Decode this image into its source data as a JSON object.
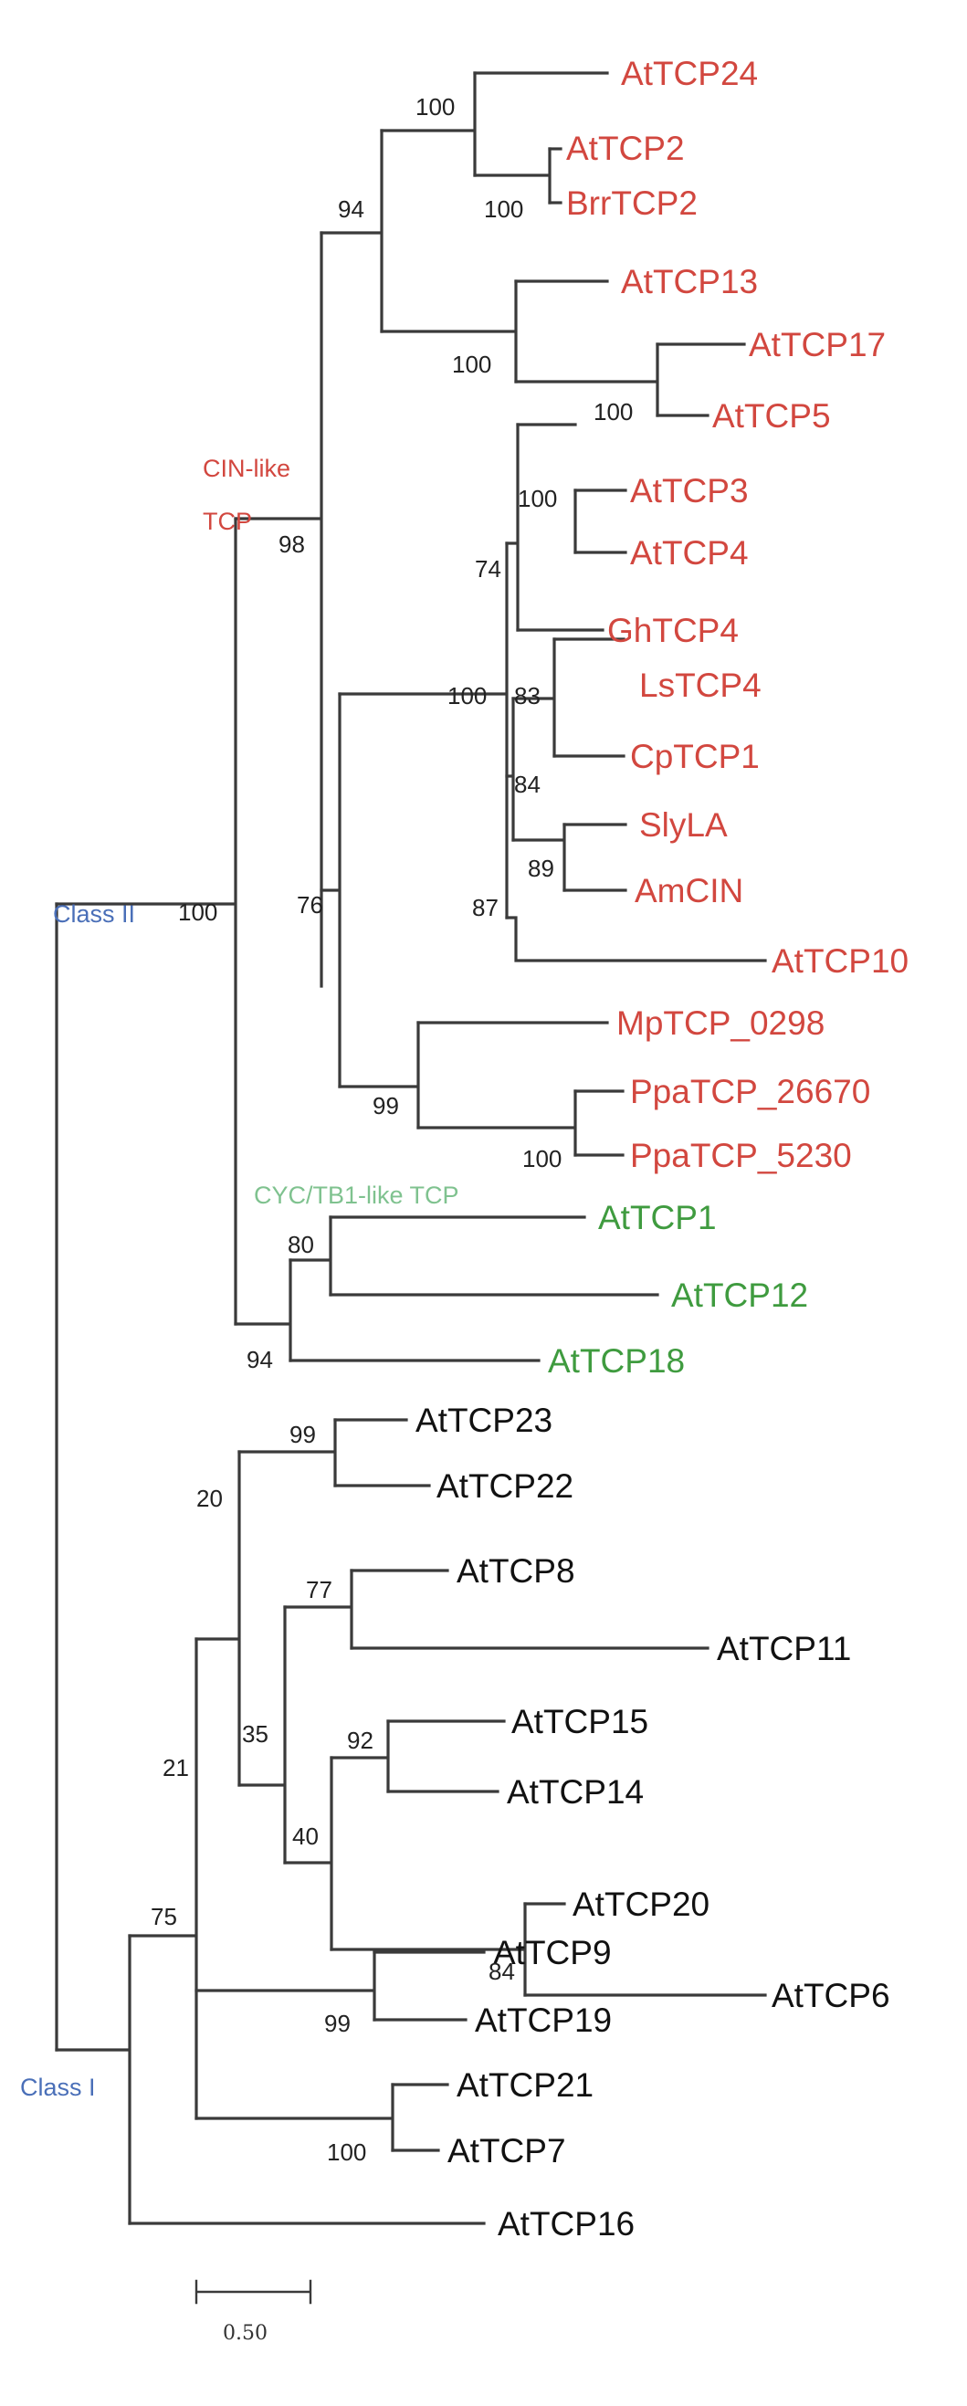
{
  "colors": {
    "cin": "#d2473f",
    "cyc": "#3f9b3f",
    "cyc_label": "#7fc28f",
    "class_label": "#4a6fb8",
    "black": "#111111"
  },
  "groups": {
    "class_ii": "Class II",
    "class_i": "Class I",
    "cin_line1": "CIN-like",
    "cin_line2": "TCP",
    "cyc": "CYC/TB1-like TCP"
  },
  "leaves": {
    "AtTCP24": "AtTCP24",
    "AtTCP2": "AtTCP2",
    "BrrTCP2": "BrrTCP2",
    "AtTCP13": "AtTCP13",
    "AtTCP17": "AtTCP17",
    "AtTCP5": "AtTCP5",
    "AtTCP3": "AtTCP3",
    "AtTCP4": "AtTCP4",
    "GhTCP4": "GhTCP4",
    "LsTCP4": "LsTCP4",
    "CpTCP1": "CpTCP1",
    "SlyLA": "SlyLA",
    "AmCIN": "AmCIN",
    "AtTCP10": "AtTCP10",
    "MpTCP_0298": "MpTCP_0298",
    "PpaTCP_26670": "PpaTCP_26670",
    "PpaTCP_5230": "PpaTCP_5230",
    "AtTCP1": "AtTCP1",
    "AtTCP12": "AtTCP12",
    "AtTCP18": "AtTCP18",
    "AtTCP23": "AtTCP23",
    "AtTCP22": "AtTCP22",
    "AtTCP8": "AtTCP8",
    "AtTCP11": "AtTCP11",
    "AtTCP15": "AtTCP15",
    "AtTCP14": "AtTCP14",
    "AtTCP20": "AtTCP20",
    "AtTCP6": "AtTCP6",
    "AtTCP9": "AtTCP9",
    "AtTCP19": "AtTCP19",
    "AtTCP21": "AtTCP21",
    "AtTCP7": "AtTCP7",
    "AtTCP16": "AtTCP16"
  },
  "support": {
    "n24": "100",
    "n2": "100",
    "n24_2": "94",
    "n13": "100",
    "n17": "100",
    "cin": "98",
    "n3": "100",
    "n3_gh": "74",
    "n_core": "100",
    "n_ls": "83",
    "n_sly": "84",
    "n_sly2": "89",
    "n_core10": "87",
    "n_mp_group": "76",
    "n_mp": "99",
    "n_ppa": "100",
    "class2": "100",
    "n1_12": "80",
    "cyc": "94",
    "n23": "99",
    "n_c1a": "20",
    "n8": "77",
    "n_35": "35",
    "n15": "92",
    "n_40": "40",
    "n20": "84",
    "n_21": "21",
    "n_75": "75",
    "n9": "99",
    "n21": "100"
  },
  "scale_bar": {
    "label": "0.50"
  }
}
